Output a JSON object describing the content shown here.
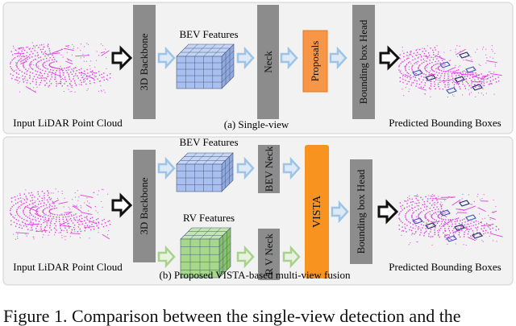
{
  "panel_a": {
    "input_label": "Input LiDAR Point Cloud",
    "backbone_label": "3D Backbone",
    "features_label": "BEV Features",
    "neck_label": "Neck",
    "proposals_label": "Proposals",
    "head_label": "Bounding box Head",
    "output_label": "Predicted Bounding Boxes",
    "subcaption": "(a) Single-view"
  },
  "panel_b": {
    "input_label": "Input LiDAR Point Cloud",
    "backbone_label": "3D Backbone",
    "bev_features_label": "BEV Features",
    "rv_features_label": "RV Features",
    "bev_neck_label": "BEV Neck",
    "rv_neck_label": "R V Neck",
    "vista_label": "VISTA",
    "head_label": "Bounding box Head",
    "output_label": "Predicted Bounding Boxes",
    "subcaption": "(b) Proposed VISTA-based multi-view fusion"
  },
  "figure_caption": "Figure 1.  Comparison between the single-view detection and the",
  "colors": {
    "panel_bg": "#f2f2f2",
    "gray_block": "#8c8c8c",
    "proposals": "#f79646",
    "vista": "#f7931e",
    "bev_cube": "#a9bff0",
    "rv_cube": "#a6d88a",
    "blue_arrow": "#9dc3e6",
    "green_arrow": "#a9d18e",
    "point_cloud": "#e040e0"
  }
}
